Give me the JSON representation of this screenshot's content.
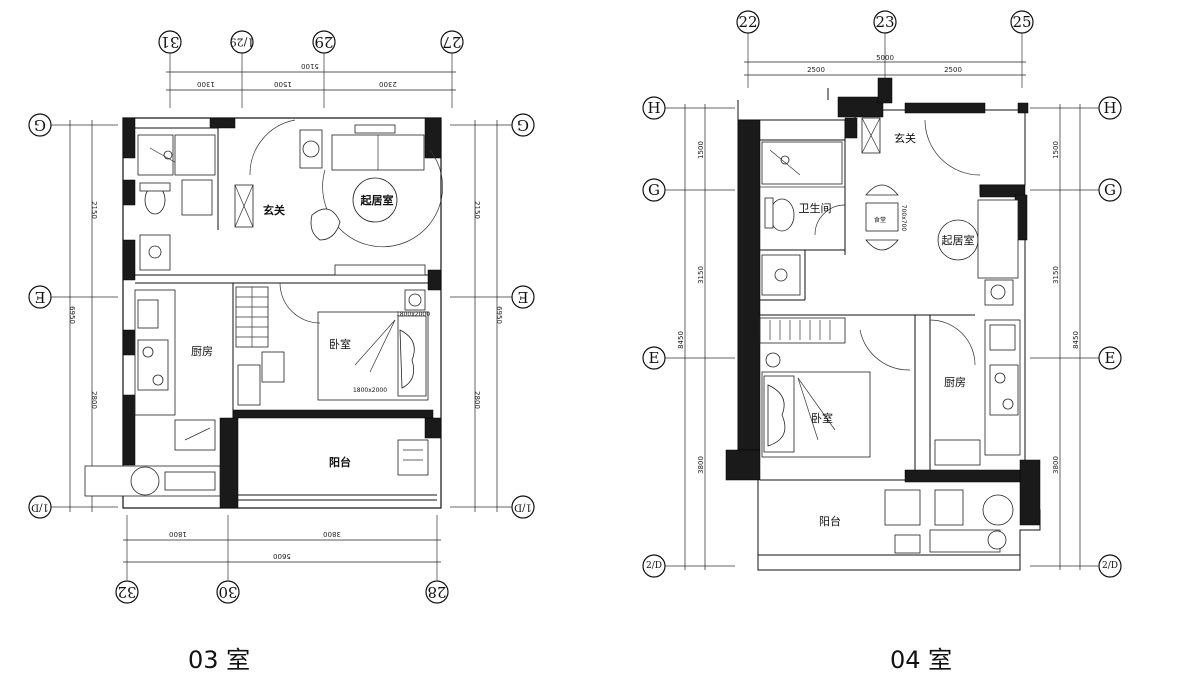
{
  "plans": [
    {
      "caption": "03 室",
      "rooms": {
        "foyer": "玄关",
        "living": "起居室",
        "kitchen": "厨房",
        "bedroom": "卧室",
        "balcony": "阳台"
      },
      "bed_size": "1800x2000",
      "grid_top": [
        "31",
        "1/29",
        "29",
        "27"
      ],
      "grid_bottom": [
        "32",
        "30",
        "28"
      ],
      "grid_left": [
        "G",
        "E",
        "1/D"
      ],
      "grid_right": [
        "G",
        "E",
        "1/D"
      ],
      "dims_top_total": "5100",
      "dims_top": [
        "1300",
        "1500",
        "2300"
      ],
      "dims_bottom": [
        "1800",
        "3800"
      ],
      "dims_bottom_total": "5600",
      "dims_left": [
        "2150",
        "2800"
      ],
      "dims_left_total": "6950",
      "dims_right": [
        "2150",
        "2800"
      ],
      "dims_right_total": "6950"
    },
    {
      "caption": "04 室",
      "rooms": {
        "foyer": "玄关",
        "bath": "卫生间",
        "living": "起居室",
        "kitchen": "厨房",
        "bedroom": "卧室",
        "balcony": "阳台"
      },
      "table_size": "700x700",
      "grid_top": [
        "22",
        "23",
        "25"
      ],
      "grid_left": [
        "H",
        "G",
        "E",
        "2/D"
      ],
      "grid_right": [
        "H",
        "G",
        "E",
        "2/D"
      ],
      "dims_top_total": "5000",
      "dims_top": [
        "2500",
        "2500"
      ],
      "dims_left": [
        "1500",
        "3150",
        "3800"
      ],
      "dims_left_total": "8450",
      "dims_right": [
        "1500",
        "3150",
        "3800"
      ],
      "dims_right_total": "8450"
    }
  ]
}
